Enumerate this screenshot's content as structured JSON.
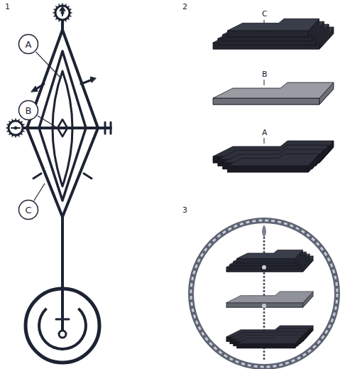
{
  "diagram": {
    "nodes": [
      {
        "text": [
          "A"
        ]
      },
      {
        "text": [
          "B"
        ]
      },
      {
        "text": [
          "C"
        ]
      }
    ],
    "labels": [
      "1",
      "2",
      "C",
      "B",
      "A",
      "3"
    ]
  }
}
